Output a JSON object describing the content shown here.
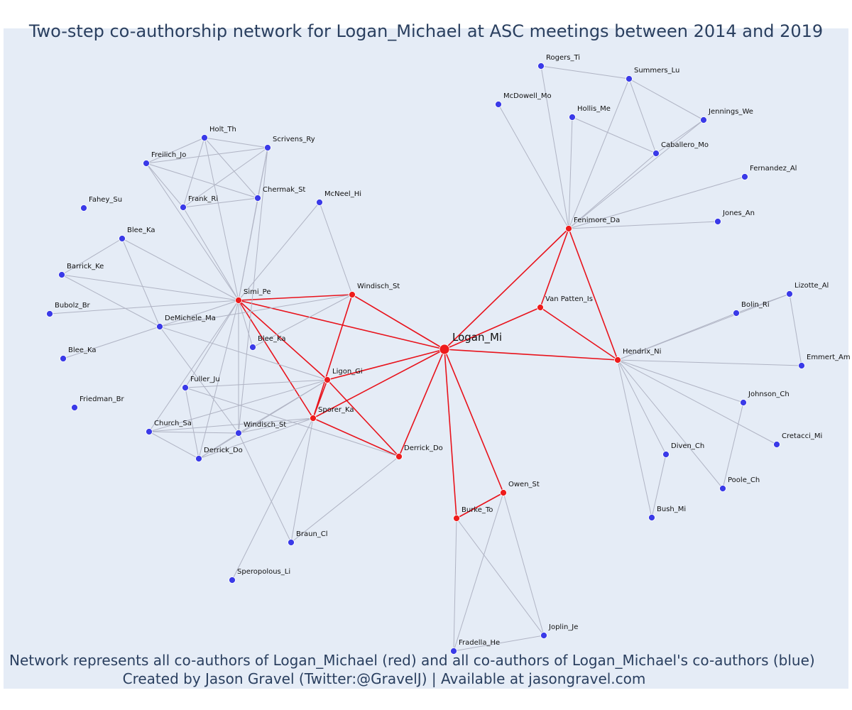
{
  "title": "Two-step co-authorship network for Logan_Michael at ASC meetings between 2014 and 2019",
  "footer": {
    "line1": "Network represents all co-authors of Logan_Michael (red) and all co-authors of Logan_Michael's co-authors (blue)",
    "line2": "Created by Jason Gravel (Twitter:@GravelJ) | Available at jasongravel.com"
  },
  "colors": {
    "background": "#e5ecf6",
    "primary_node": "#ee1c1c",
    "secondary_node": "#3a3ae8",
    "primary_edge": "#e8121b",
    "secondary_edge": "#b0b4c4",
    "text": "#2a3f5f"
  },
  "nodes": [
    {
      "id": "logan",
      "label": "Logan_Mi",
      "group": "center"
    },
    {
      "id": "simi",
      "label": "Simi_Pe",
      "group": "primary"
    },
    {
      "id": "windisch_r",
      "label": "Windisch_St",
      "group": "primary"
    },
    {
      "id": "ligon",
      "label": "Ligon_Gi",
      "group": "primary"
    },
    {
      "id": "sporer",
      "label": "Sporer_Ka",
      "group": "primary"
    },
    {
      "id": "derrick_r",
      "label": "Derrick_Do",
      "group": "primary"
    },
    {
      "id": "owen",
      "label": "Owen_St",
      "group": "primary"
    },
    {
      "id": "burke",
      "label": "Burke_To",
      "group": "primary"
    },
    {
      "id": "fenimore",
      "label": "Fenimore_Da",
      "group": "primary"
    },
    {
      "id": "vanpatten",
      "label": "Van Patten_Is",
      "group": "primary"
    },
    {
      "id": "hendrix",
      "label": "Hendrix_Ni",
      "group": "primary"
    },
    {
      "id": "holt",
      "label": "Holt_Th",
      "group": "secondary"
    },
    {
      "id": "scrivens",
      "label": "Scrivens_Ry",
      "group": "secondary"
    },
    {
      "id": "freilich",
      "label": "Freilich_Jo",
      "group": "secondary"
    },
    {
      "id": "chermak",
      "label": "Chermak_St",
      "group": "secondary"
    },
    {
      "id": "frank",
      "label": "Frank_Ri",
      "group": "secondary"
    },
    {
      "id": "mcneel",
      "label": "McNeel_Hi",
      "group": "secondary"
    },
    {
      "id": "fahey",
      "label": "Fahey_Su",
      "group": "secondary"
    },
    {
      "id": "blee1",
      "label": "Blee_Ka",
      "group": "secondary"
    },
    {
      "id": "barrick",
      "label": "Barrick_Ke",
      "group": "secondary"
    },
    {
      "id": "bubolz",
      "label": "Bubolz_Br",
      "group": "secondary"
    },
    {
      "id": "demichele",
      "label": "DeMichele_Ma",
      "group": "secondary"
    },
    {
      "id": "blee2",
      "label": "Blee_Ka",
      "group": "secondary"
    },
    {
      "id": "blee3",
      "label": "Blee_Ka",
      "group": "secondary"
    },
    {
      "id": "friedman",
      "label": "Friedman_Br",
      "group": "secondary"
    },
    {
      "id": "fuller",
      "label": "Fuller_Ju",
      "group": "secondary"
    },
    {
      "id": "church",
      "label": "Church_Sa",
      "group": "secondary"
    },
    {
      "id": "windisch_b",
      "label": "Windisch_St",
      "group": "secondary"
    },
    {
      "id": "derrick_b",
      "label": "Derrick_Do",
      "group": "secondary"
    },
    {
      "id": "braun",
      "label": "Braun_Cl",
      "group": "secondary"
    },
    {
      "id": "speropolous",
      "label": "Speropolous_Li",
      "group": "secondary"
    },
    {
      "id": "fradella",
      "label": "Fradella_He",
      "group": "secondary"
    },
    {
      "id": "joplin",
      "label": "Joplin_Je",
      "group": "secondary"
    },
    {
      "id": "rogers",
      "label": "Rogers_Ti",
      "group": "secondary"
    },
    {
      "id": "summers",
      "label": "Summers_Lu",
      "group": "secondary"
    },
    {
      "id": "mcdowell",
      "label": "McDowell_Mo",
      "group": "secondary"
    },
    {
      "id": "hollis",
      "label": "Hollis_Me",
      "group": "secondary"
    },
    {
      "id": "jennings",
      "label": "Jennings_We",
      "group": "secondary"
    },
    {
      "id": "caballero",
      "label": "Caballero_Mo",
      "group": "secondary"
    },
    {
      "id": "fernandez",
      "label": "Fernandez_Al",
      "group": "secondary"
    },
    {
      "id": "jones",
      "label": "Jones_An",
      "group": "secondary"
    },
    {
      "id": "lizotte",
      "label": "Lizotte_Al",
      "group": "secondary"
    },
    {
      "id": "bolin",
      "label": "Bolin_Ri",
      "group": "secondary"
    },
    {
      "id": "emmert",
      "label": "Emmert_Am",
      "group": "secondary"
    },
    {
      "id": "johnson",
      "label": "Johnson_Ch",
      "group": "secondary"
    },
    {
      "id": "cretacci",
      "label": "Cretacci_Mi",
      "group": "secondary"
    },
    {
      "id": "diven",
      "label": "Diven_Ch",
      "group": "secondary"
    },
    {
      "id": "poole",
      "label": "Poole_Ch",
      "group": "secondary"
    },
    {
      "id": "bush",
      "label": "Bush_Mi",
      "group": "secondary"
    }
  ],
  "edges": [
    [
      "logan",
      "simi"
    ],
    [
      "logan",
      "windisch_r"
    ],
    [
      "logan",
      "ligon"
    ],
    [
      "logan",
      "sporer"
    ],
    [
      "logan",
      "derrick_r"
    ],
    [
      "logan",
      "owen"
    ],
    [
      "logan",
      "burke"
    ],
    [
      "logan",
      "fenimore"
    ],
    [
      "logan",
      "vanpatten"
    ],
    [
      "logan",
      "hendrix"
    ],
    [
      "simi",
      "windisch_r"
    ],
    [
      "simi",
      "ligon"
    ],
    [
      "simi",
      "sporer"
    ],
    [
      "windisch_r",
      "sporer"
    ],
    [
      "ligon",
      "derrick_r"
    ],
    [
      "sporer",
      "derrick_r"
    ],
    [
      "ligon",
      "sporer"
    ],
    [
      "owen",
      "burke"
    ],
    [
      "fenimore",
      "vanpatten"
    ],
    [
      "fenimore",
      "hendrix"
    ],
    [
      "vanpatten",
      "hendrix"
    ],
    [
      "simi",
      "holt"
    ],
    [
      "simi",
      "scrivens"
    ],
    [
      "simi",
      "freilich"
    ],
    [
      "simi",
      "chermak"
    ],
    [
      "simi",
      "frank"
    ],
    [
      "simi",
      "mcneel"
    ],
    [
      "simi",
      "blee1"
    ],
    [
      "simi",
      "barrick"
    ],
    [
      "simi",
      "bubolz"
    ],
    [
      "simi",
      "demichele"
    ],
    [
      "simi",
      "blee2"
    ],
    [
      "simi",
      "fuller"
    ],
    [
      "simi",
      "church"
    ],
    [
      "simi",
      "windisch_b"
    ],
    [
      "simi",
      "derrick_b"
    ],
    [
      "holt",
      "scrivens"
    ],
    [
      "holt",
      "freilich"
    ],
    [
      "holt",
      "chermak"
    ],
    [
      "holt",
      "frank"
    ],
    [
      "freilich",
      "scrivens"
    ],
    [
      "freilich",
      "chermak"
    ],
    [
      "freilich",
      "frank"
    ],
    [
      "frank",
      "scrivens"
    ],
    [
      "frank",
      "chermak"
    ],
    [
      "chermak",
      "scrivens"
    ],
    [
      "scrivens",
      "windisch_b"
    ],
    [
      "mcneel",
      "windisch_r"
    ],
    [
      "blee1",
      "barrick"
    ],
    [
      "blee1",
      "demichele"
    ],
    [
      "barrick",
      "demichele"
    ],
    [
      "blee3",
      "demichele"
    ],
    [
      "demichele",
      "windisch_b"
    ],
    [
      "demichele",
      "windisch_r"
    ],
    [
      "demichele",
      "ligon"
    ],
    [
      "blee2",
      "windisch_r"
    ],
    [
      "fuller",
      "derrick_r"
    ],
    [
      "fuller",
      "ligon"
    ],
    [
      "fuller",
      "derrick_b"
    ],
    [
      "church",
      "windisch_b"
    ],
    [
      "church",
      "derrick_b"
    ],
    [
      "church",
      "ligon"
    ],
    [
      "church",
      "sporer"
    ],
    [
      "windisch_b",
      "derrick_b"
    ],
    [
      "windisch_b",
      "ligon"
    ],
    [
      "windisch_b",
      "sporer"
    ],
    [
      "windisch_b",
      "braun"
    ],
    [
      "derrick_b",
      "sporer"
    ],
    [
      "derrick_b",
      "ligon"
    ],
    [
      "sporer",
      "braun"
    ],
    [
      "sporer",
      "speropolous"
    ],
    [
      "derrick_r",
      "braun"
    ],
    [
      "owen",
      "fradella"
    ],
    [
      "owen",
      "joplin"
    ],
    [
      "burke",
      "fradella"
    ],
    [
      "burke",
      "joplin"
    ],
    [
      "fradella",
      "joplin"
    ],
    [
      "fenimore",
      "rogers"
    ],
    [
      "fenimore",
      "summers"
    ],
    [
      "fenimore",
      "mcdowell"
    ],
    [
      "fenimore",
      "hollis"
    ],
    [
      "fenimore",
      "jennings"
    ],
    [
      "fenimore",
      "caballero"
    ],
    [
      "fenimore",
      "fernandez"
    ],
    [
      "fenimore",
      "jones"
    ],
    [
      "rogers",
      "summers"
    ],
    [
      "summers",
      "jennings"
    ],
    [
      "summers",
      "caballero"
    ],
    [
      "hollis",
      "caballero"
    ],
    [
      "jennings",
      "caballero"
    ],
    [
      "hendrix",
      "lizotte"
    ],
    [
      "hendrix",
      "bolin"
    ],
    [
      "hendrix",
      "emmert"
    ],
    [
      "hendrix",
      "johnson"
    ],
    [
      "hendrix",
      "cretacci"
    ],
    [
      "hendrix",
      "diven"
    ],
    [
      "hendrix",
      "poole"
    ],
    [
      "hendrix",
      "bush"
    ],
    [
      "lizotte",
      "bolin"
    ],
    [
      "lizotte",
      "emmert"
    ],
    [
      "johnson",
      "poole"
    ],
    [
      "diven",
      "bush"
    ]
  ]
}
